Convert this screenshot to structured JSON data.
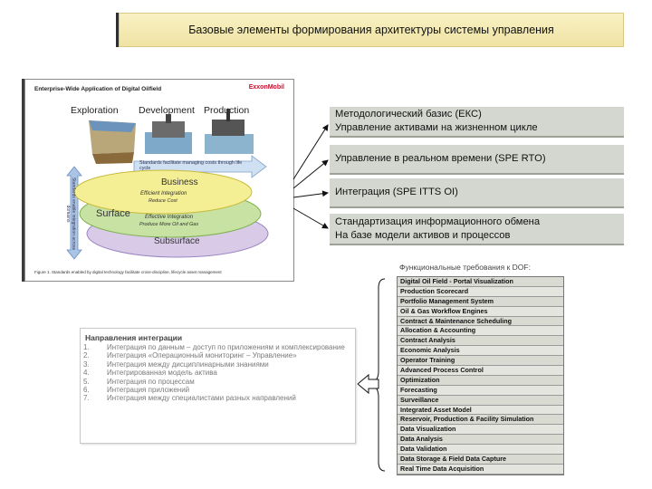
{
  "title": "Базовые элементы формирования  архитектуры системы управления",
  "figure": {
    "header": "Enterprise-Wide Application of Digital Oilfield",
    "logo": "ExxonMobil",
    "stages": [
      "Exploration",
      "Development",
      "Production"
    ],
    "top_arrow_text": "Standards facilitate managing costs through life cycle",
    "side_text": "Standards enable integration across domains",
    "layers": [
      {
        "title": "Business",
        "sub1": "Efficient Integration",
        "sub2": "Reduce Cost"
      },
      {
        "title": "Surface",
        "sub1": "Effective Integration",
        "sub2": "Produce More Oil and Gas"
      },
      {
        "title": "Subsurface",
        "sub1": "",
        "sub2": ""
      }
    ],
    "footnote": "Figure 1.  Standards enabled by digital technology facilitate cross-discipline, lifecycle asset management"
  },
  "boxes": [
    {
      "lines": [
        "Методологический базис (ЕКС)",
        "Управление активами на жизненном цикле"
      ]
    },
    {
      "lines": [
        "Управление в реальном времени (SPE RTO)"
      ]
    },
    {
      "lines": [
        "Интеграция (SPE ITTS OI)"
      ]
    },
    {
      "lines": [
        "Стандартизация информационного обмена",
        "На базе модели активов и процессов"
      ]
    }
  ],
  "func_label": "Функциональные требования к DOF:",
  "requirements": [
    "Digital Oil Field - Portal Visualization",
    "Production Scorecard",
    "Portfolio Management System",
    "Oil & Gas Workflow Engines",
    "Contract & Maintenance Scheduling",
    "Allocation & Accounting",
    "Contract Analysis",
    "Economic Analysis",
    "Operator Training",
    "Advanced Process Control",
    "Optimization",
    "Forecasting",
    "Surveillance",
    "Integrated Asset Model",
    "Reservoir, Production & Facility Simulation",
    "Data Visualization",
    "Data Analysis",
    "Data Validation",
    "Data Storage & Field Data Capture",
    "Real Time Data Acquisition"
  ],
  "integration": {
    "title": "Направления интеграции",
    "items": [
      {
        "num": "1.",
        "text": "Интеграция по данным – доступ по приложениям и комплексирование"
      },
      {
        "num": "2.",
        "text": "Интеграция «Операционный мониторинг – Управление»"
      },
      {
        "num": "3.",
        "text": "Интеграция между дисциплинарными знаниями"
      },
      {
        "num": "4.",
        "text": "Интегрированная модель актива"
      },
      {
        "num": "5.",
        "text": "Интеграция по процессам"
      },
      {
        "num": "6.",
        "text": "Интеграция приложений"
      },
      {
        "num": "7.",
        "text": "Интеграция между специалистами разных направлений"
      }
    ]
  }
}
